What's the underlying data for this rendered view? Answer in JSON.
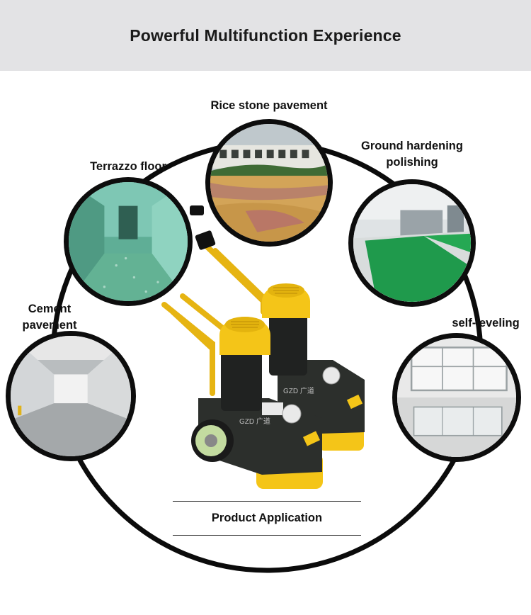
{
  "header": {
    "title": "Powerful Multifunction Experience"
  },
  "applications": [
    {
      "label": "Rice stone pavement"
    },
    {
      "label": "Terrazzo floor"
    },
    {
      "label_line1": "Ground hardening",
      "label_line2": "polishing"
    },
    {
      "label_line1": "Cement",
      "label_line2": "pavement"
    },
    {
      "label": "self-leveling"
    }
  ],
  "product": {
    "caption": "Product Application",
    "front_marking": "GZD 广道",
    "rear_marking": "GZD 广道",
    "colors": {
      "body": "#2c2f2c",
      "yellow": "#f4c518",
      "handle": "#e6b412",
      "wheel": "#c3dba0"
    }
  }
}
